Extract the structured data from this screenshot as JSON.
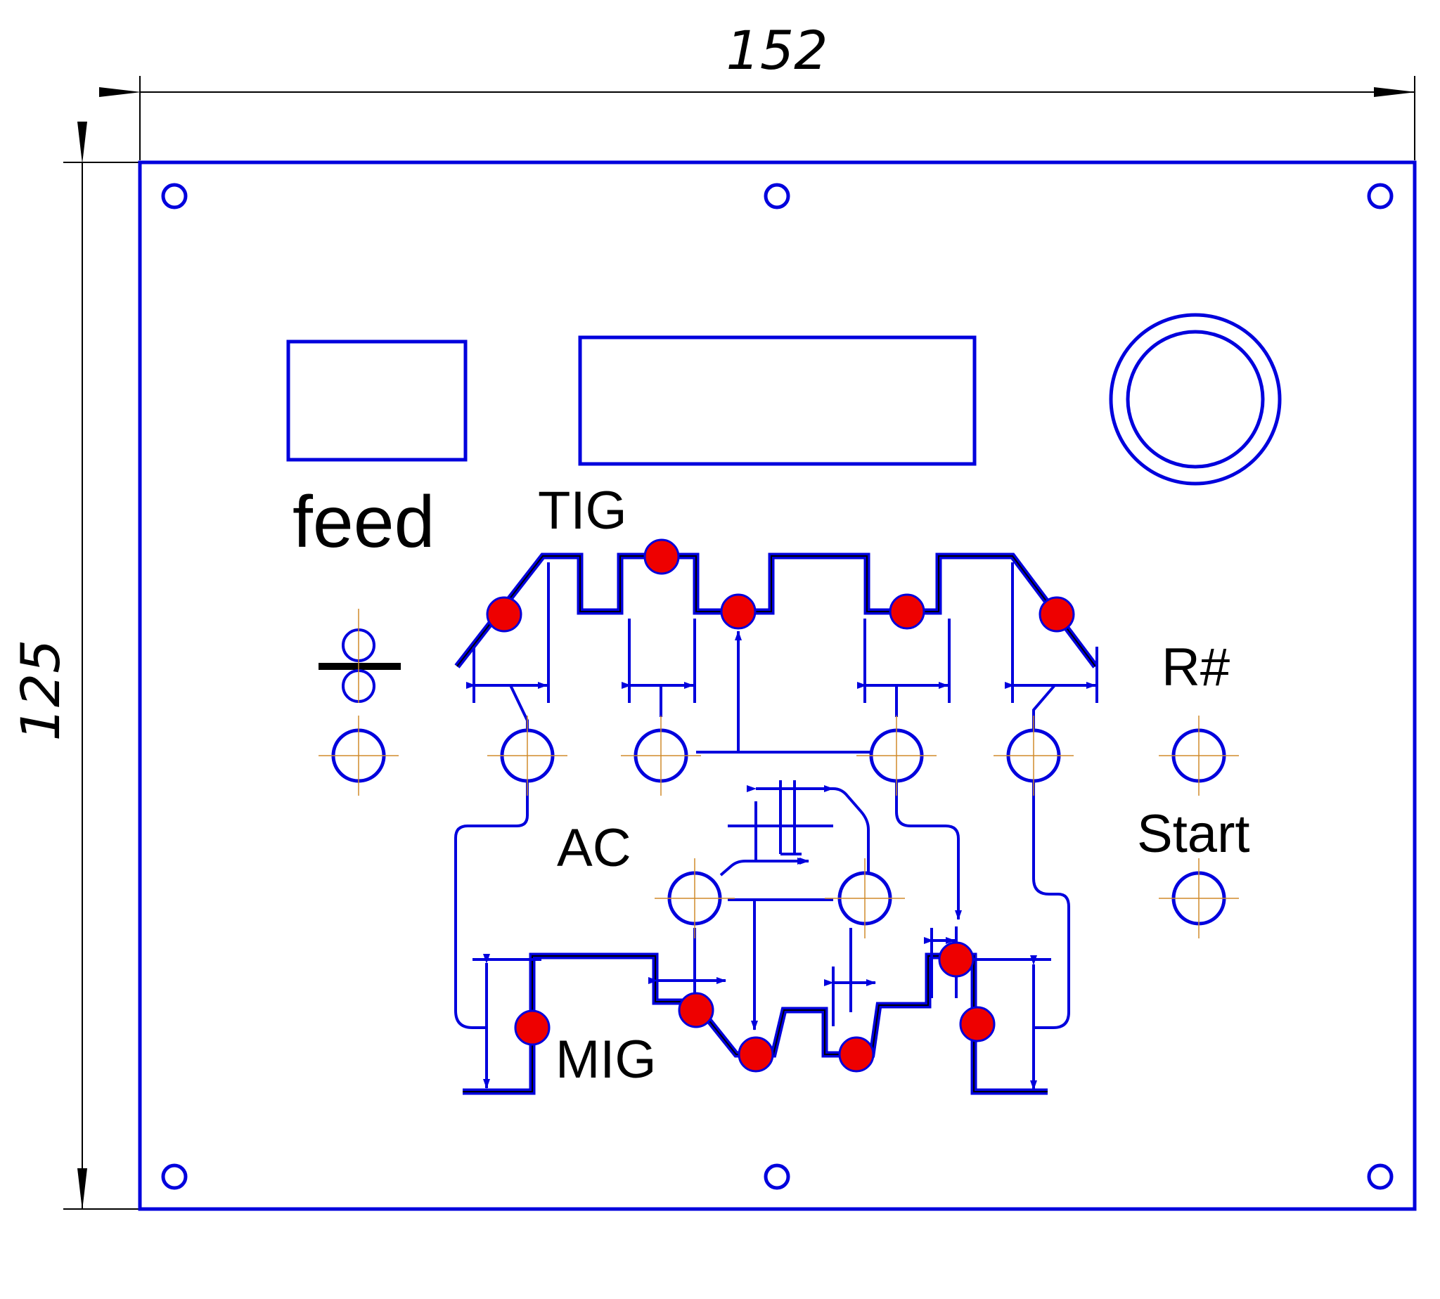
{
  "dimensions": {
    "width_label": "152",
    "height_label": "125"
  },
  "labels": {
    "feed": "feed",
    "tig": "TIG",
    "ac": "AC",
    "mig": "MIG",
    "r_sharp": "R#",
    "start": "Start"
  },
  "colors": {
    "outline": "#0000dd",
    "center_marks": "#d08a2a",
    "led": "#ee0000",
    "dimension": "#000000"
  }
}
